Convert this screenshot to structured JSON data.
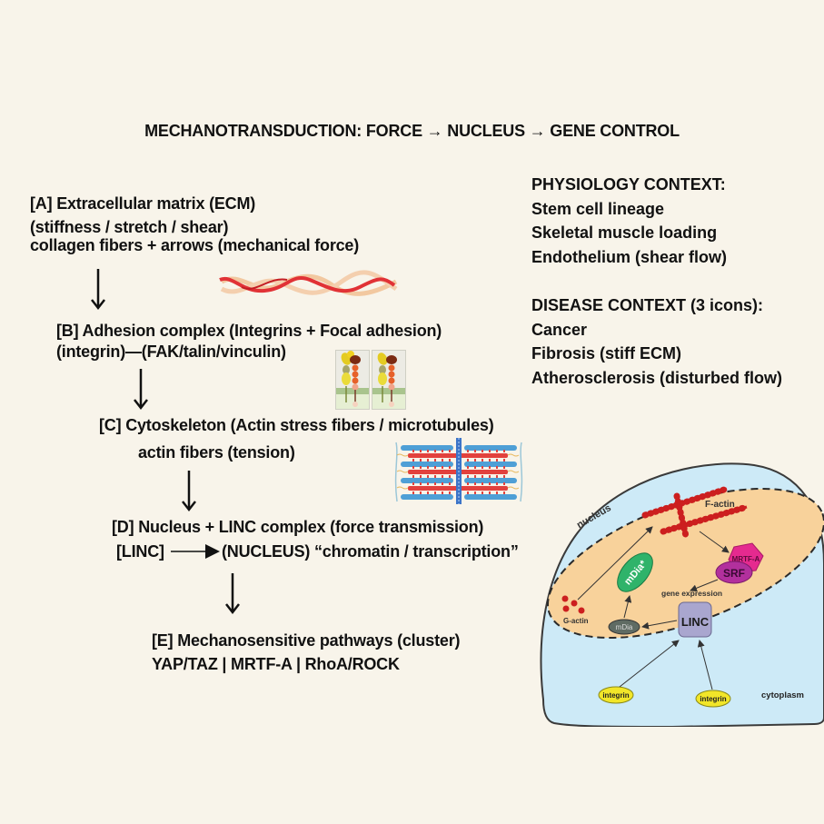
{
  "title": "MECHANOTRANSDUCTION: FORCE → NUCLEUS → GENE CONTROL",
  "steps": {
    "a": {
      "line1": "[A] Extracellular matrix (ECM)",
      "line2": "(stiffness / stretch / shear)",
      "line3": "collagen fibers  +  arrows (mechanical force)",
      "image": "collagen-fiber-icon"
    },
    "b": {
      "line1": "[B] Adhesion complex (Integrins + Focal adhesion)",
      "line2": "(integrin)—(FAK/talin/vinculin)",
      "image": "integrin-focal-adhesion-icon"
    },
    "c": {
      "line1": "[C] Cytoskeleton (Actin stress fibers / microtubules)",
      "line2": "actin fibers (tension)",
      "image": "sarcomere-actin-fibers-icon"
    },
    "d": {
      "line1": "[D] Nucleus + LINC complex (force transmission)",
      "line2_left": "[LINC]",
      "line2_right": "(NUCLEUS) “chromatin / transcription”"
    },
    "e": {
      "line1": "[E] Mechanosensitive pathways (cluster)",
      "line2": "YAP/TAZ | MRTF-A | RhoA/ROCK"
    }
  },
  "physiology": {
    "heading": "PHYSIOLOGY CONTEXT:",
    "items": [
      "Stem cell lineage",
      "Skeletal muscle loading",
      "Endothelium (shear flow)"
    ]
  },
  "disease": {
    "heading": "DISEASE CONTEXT (3 icons):",
    "items": [
      "Cancer",
      "Fibrosis (stiff ECM)",
      "Atherosclerosis (disturbed flow)"
    ]
  },
  "cell_diagram": {
    "labels": {
      "nucleus": "nucleus",
      "f_actin": "F-actin",
      "mrtf_a": "MRTF-A",
      "srf": "SRF",
      "gene_expression": "gene expression",
      "mdia_active": "mDia*",
      "mdia": "mDia",
      "g_actin": "G-actin",
      "linc": "LINC",
      "integrin_left": "integrin",
      "integrin_right": "integrin",
      "cytoplasm": "cytoplasm"
    },
    "colors": {
      "cytoplasm": "#cdeaf7",
      "nucleus": "#f8d29b",
      "actin": "#cc1f1f",
      "mrtf_a": "#e52a8f",
      "srf": "#b2309d",
      "mdia_active": "#2fb36a",
      "mdia": "#5f6b63",
      "linc": "#a9a6cf",
      "integrin": "#f2e629"
    }
  }
}
